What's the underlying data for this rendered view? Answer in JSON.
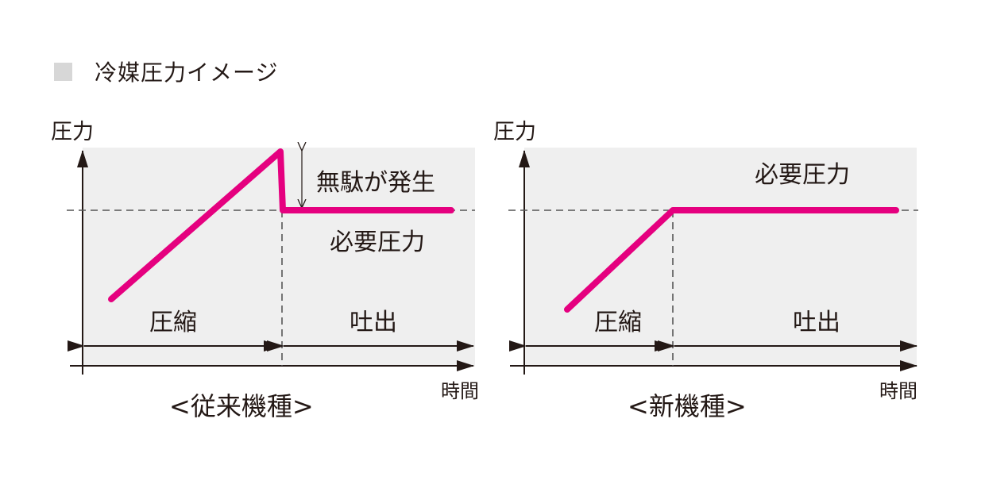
{
  "title": "冷媒圧力イメージ",
  "colors": {
    "line": "#e5007f",
    "panel": "#efefef",
    "axis": "#231815",
    "dash": "#555555",
    "title_square": "#d7d7d7"
  },
  "chart_data": [
    {
      "type": "line",
      "title": "<従来機種>",
      "ylabel": "圧力",
      "xlabel": "時間",
      "annotations": [
        "無駄が発生",
        "必要圧力"
      ],
      "phases": [
        "圧縮",
        "吐出"
      ],
      "points": [
        [
          0.05,
          0.2
        ],
        [
          0.51,
          1.0
        ],
        [
          0.51,
          0.6
        ],
        [
          0.97,
          0.6
        ]
      ],
      "required_pressure_level": 0.6
    },
    {
      "type": "line",
      "title": "<新機種>",
      "ylabel": "圧力",
      "xlabel": "時間",
      "annotations": [
        "必要圧力"
      ],
      "phases": [
        "圧縮",
        "吐出"
      ],
      "points": [
        [
          0.1,
          0.2
        ],
        [
          0.37,
          0.6
        ],
        [
          0.97,
          0.6
        ]
      ],
      "required_pressure_level": 0.6
    }
  ],
  "left": {
    "ylabel": "圧力",
    "xlabel": "時間",
    "waste": "無駄が発生",
    "required": "必要圧力",
    "phase1": "圧縮",
    "phase2": "吐出",
    "caption": "<従来機種>"
  },
  "right": {
    "ylabel": "圧力",
    "xlabel": "時間",
    "required": "必要圧力",
    "phase1": "圧縮",
    "phase2": "吐出",
    "caption": "<新機種>"
  }
}
